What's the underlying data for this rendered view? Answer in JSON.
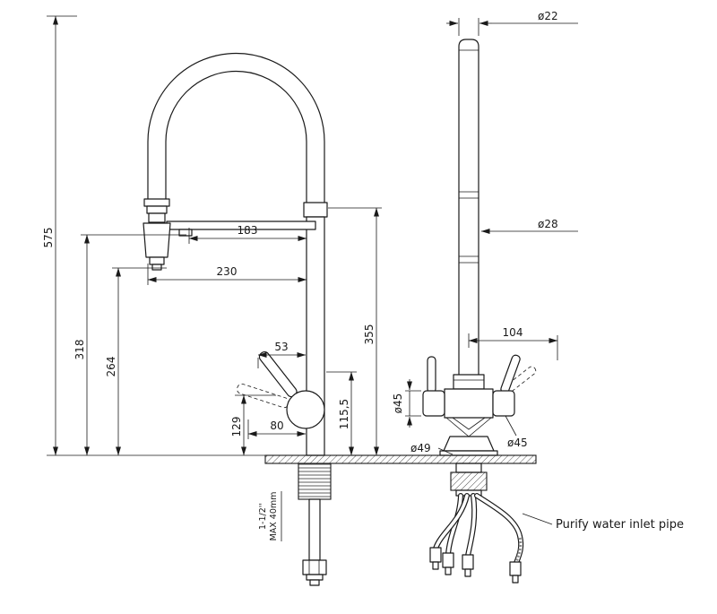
{
  "front_view": {
    "dims": {
      "overall_height": "575",
      "h318": "318",
      "h264": "264",
      "w183": "183",
      "w230": "230",
      "h355": "355",
      "w53": "53",
      "h129": "129",
      "w80": "80",
      "h115_5": "115,5"
    },
    "mount_note": {
      "line1": "1-1/2''",
      "line2": "MAX 40mm"
    }
  },
  "side_view": {
    "dims": {
      "top_diameter": "ø22",
      "body_diameter": "ø28",
      "w104": "104",
      "d45_left": "ø45",
      "d45_right": "ø45",
      "d49": "ø49"
    },
    "note_purify": "Purify water inlet pipe"
  },
  "colors": {
    "line": "#1a1a1a",
    "background": "#ffffff"
  }
}
